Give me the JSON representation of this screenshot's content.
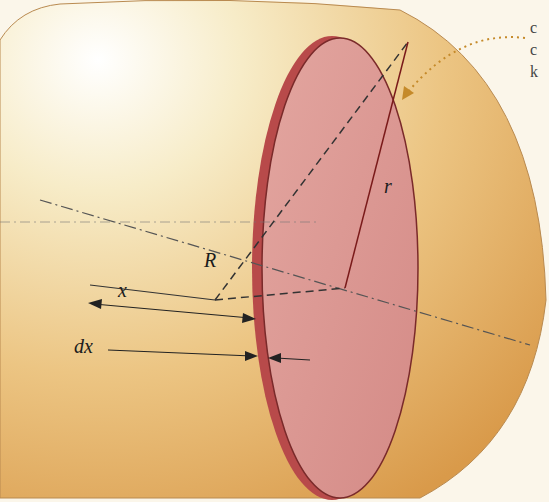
{
  "diagram": {
    "labels": [
      "R",
      "r",
      "x",
      "dx",
      "c",
      "c",
      "k"
    ]
  }
}
